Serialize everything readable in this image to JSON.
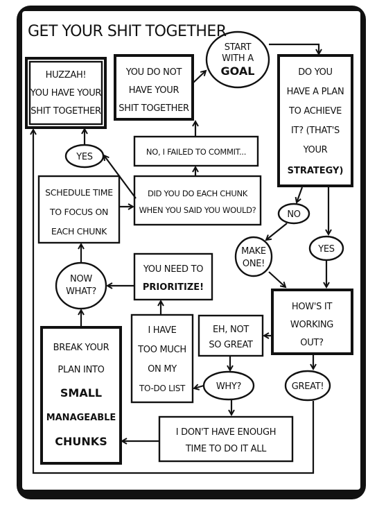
{
  "title": "GET YOUR SHIT TOGETHER",
  "nodes": {
    "start": [
      "START",
      "WITH A",
      "GOAL"
    ],
    "plan": [
      "DO YOU",
      "HAVE A PLAN",
      "TO ACHIEVE",
      "IT? (THAT'S",
      "YOUR",
      "STRATEGY)"
    ],
    "huzzah": [
      "HUZZAH!",
      "YOU HAVE YOUR",
      "SHIT TOGETHER"
    ],
    "notogether": [
      "YOU DO NOT",
      "HAVE YOUR",
      "SHIT TOGETHER"
    ],
    "failed": [
      "NO, I FAILED TO COMMIT..."
    ],
    "yes_left": "YES",
    "didchunk": [
      "DID YOU DO EACH CHUNK",
      "WHEN YOU SAID YOU WOULD?"
    ],
    "schedule": [
      "SCHEDULE TIME",
      "TO FOCUS ON",
      "EACH CHUNK"
    ],
    "no": "NO",
    "makeone": [
      "MAKE",
      "ONE!"
    ],
    "yes_right": "YES",
    "nowwhat": [
      "NOW",
      "WHAT?"
    ],
    "prioritize": [
      "YOU NEED TO",
      "PRIORITIZE!"
    ],
    "howsit": [
      "HOW'S IT",
      "WORKING",
      "OUT?"
    ],
    "notgreat": [
      "EH, NOT",
      "SO GREAT"
    ],
    "toomuch": [
      "I HAVE",
      "TOO MUCH",
      "ON MY",
      "TO-DO LIST"
    ],
    "why": "WHY?",
    "great": "GREAT!",
    "breakplan": [
      "BREAK YOUR",
      "PLAN INTO",
      "SMALL",
      "MANAGEABLE",
      "CHUNKS"
    ],
    "notime": [
      "I DON'T HAVE ENOUGH",
      "TIME TO DO IT ALL"
    ]
  }
}
